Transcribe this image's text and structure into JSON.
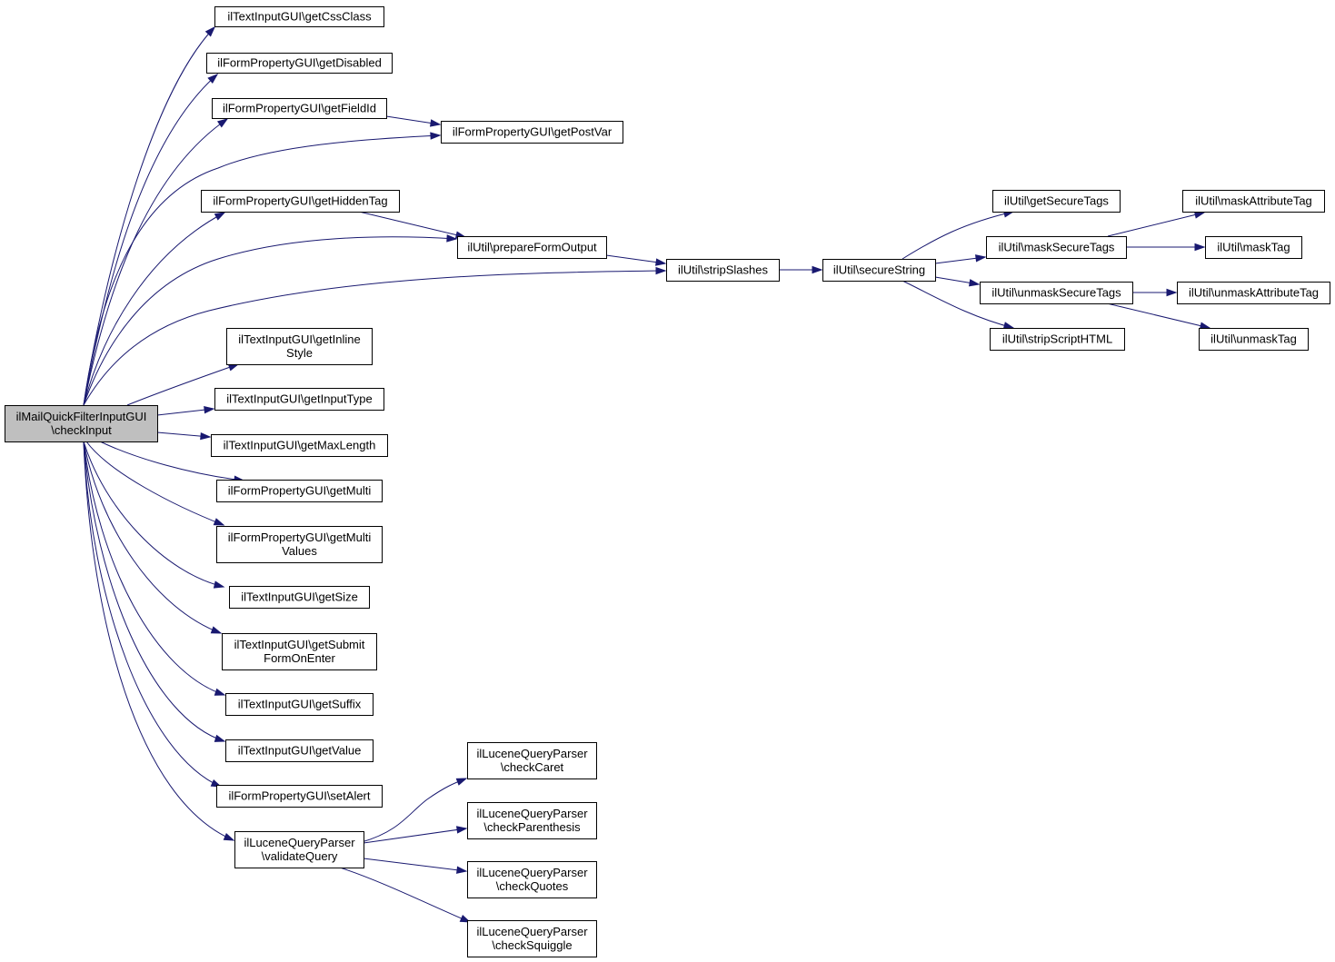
{
  "diagram": {
    "type": "call-graph",
    "colors": {
      "edge": "#191970",
      "root_fill": "#bfbfbf",
      "node_fill": "#ffffff",
      "border": "#000000"
    },
    "nodes": [
      {
        "id": "root",
        "lines": [
          "ilMailQuickFilterInputGUI",
          "\\checkInput"
        ],
        "root": true
      },
      {
        "id": "getCssClass",
        "lines": [
          "ilTextInputGUI\\getCssClass"
        ]
      },
      {
        "id": "getDisabled",
        "lines": [
          "ilFormPropertyGUI\\getDisabled"
        ]
      },
      {
        "id": "getFieldId",
        "lines": [
          "ilFormPropertyGUI\\getFieldId"
        ]
      },
      {
        "id": "getPostVar",
        "lines": [
          "ilFormPropertyGUI\\getPostVar"
        ]
      },
      {
        "id": "getHiddenTag",
        "lines": [
          "ilFormPropertyGUI\\getHiddenTag"
        ]
      },
      {
        "id": "prepareFormOutput",
        "lines": [
          "ilUtil\\prepareFormOutput"
        ]
      },
      {
        "id": "stripSlashes",
        "lines": [
          "ilUtil\\stripSlashes"
        ]
      },
      {
        "id": "secureString",
        "lines": [
          "ilUtil\\secureString"
        ]
      },
      {
        "id": "getSecureTags",
        "lines": [
          "ilUtil\\getSecureTags"
        ]
      },
      {
        "id": "maskSecureTags",
        "lines": [
          "ilUtil\\maskSecureTags"
        ]
      },
      {
        "id": "unmaskSecureTags",
        "lines": [
          "ilUtil\\unmaskSecureTags"
        ]
      },
      {
        "id": "stripScriptHTML",
        "lines": [
          "ilUtil\\stripScriptHTML"
        ]
      },
      {
        "id": "maskAttributeTag",
        "lines": [
          "ilUtil\\maskAttributeTag"
        ]
      },
      {
        "id": "maskTag",
        "lines": [
          "ilUtil\\maskTag"
        ]
      },
      {
        "id": "unmaskAttributeTag",
        "lines": [
          "ilUtil\\unmaskAttributeTag"
        ]
      },
      {
        "id": "unmaskTag",
        "lines": [
          "ilUtil\\unmaskTag"
        ]
      },
      {
        "id": "getInlineStyle",
        "lines": [
          "ilTextInputGUI\\getInline",
          "Style"
        ]
      },
      {
        "id": "getInputType",
        "lines": [
          "ilTextInputGUI\\getInputType"
        ]
      },
      {
        "id": "getMaxLength",
        "lines": [
          "ilTextInputGUI\\getMaxLength"
        ]
      },
      {
        "id": "getMulti",
        "lines": [
          "ilFormPropertyGUI\\getMulti"
        ]
      },
      {
        "id": "getMultiValues",
        "lines": [
          "ilFormPropertyGUI\\getMulti",
          "Values"
        ]
      },
      {
        "id": "getSize",
        "lines": [
          "ilTextInputGUI\\getSize"
        ]
      },
      {
        "id": "getSubmitFormOnEnter",
        "lines": [
          "ilTextInputGUI\\getSubmit",
          "FormOnEnter"
        ]
      },
      {
        "id": "getSuffix",
        "lines": [
          "ilTextInputGUI\\getSuffix"
        ]
      },
      {
        "id": "getValue",
        "lines": [
          "ilTextInputGUI\\getValue"
        ]
      },
      {
        "id": "setAlert",
        "lines": [
          "ilFormPropertyGUI\\setAlert"
        ]
      },
      {
        "id": "validateQuery",
        "lines": [
          "ilLuceneQueryParser",
          "\\validateQuery"
        ]
      },
      {
        "id": "checkCaret",
        "lines": [
          "ilLuceneQueryParser",
          "\\checkCaret"
        ]
      },
      {
        "id": "checkParenthesis",
        "lines": [
          "ilLuceneQueryParser",
          "\\checkParenthesis"
        ]
      },
      {
        "id": "checkQuotes",
        "lines": [
          "ilLuceneQueryParser",
          "\\checkQuotes"
        ]
      },
      {
        "id": "checkSquiggle",
        "lines": [
          "ilLuceneQueryParser",
          "\\checkSquiggle"
        ]
      }
    ],
    "edges": [
      [
        "root",
        "getCssClass"
      ],
      [
        "root",
        "getDisabled"
      ],
      [
        "root",
        "getFieldId"
      ],
      [
        "root",
        "getPostVar"
      ],
      [
        "root",
        "getHiddenTag"
      ],
      [
        "root",
        "prepareFormOutput"
      ],
      [
        "root",
        "stripSlashes"
      ],
      [
        "root",
        "getInlineStyle"
      ],
      [
        "root",
        "getInputType"
      ],
      [
        "root",
        "getMaxLength"
      ],
      [
        "root",
        "getMulti"
      ],
      [
        "root",
        "getMultiValues"
      ],
      [
        "root",
        "getSize"
      ],
      [
        "root",
        "getSubmitFormOnEnter"
      ],
      [
        "root",
        "getSuffix"
      ],
      [
        "root",
        "getValue"
      ],
      [
        "root",
        "setAlert"
      ],
      [
        "root",
        "validateQuery"
      ],
      [
        "getFieldId",
        "getPostVar"
      ],
      [
        "getHiddenTag",
        "prepareFormOutput"
      ],
      [
        "prepareFormOutput",
        "stripSlashes"
      ],
      [
        "stripSlashes",
        "secureString"
      ],
      [
        "secureString",
        "getSecureTags"
      ],
      [
        "secureString",
        "maskSecureTags"
      ],
      [
        "secureString",
        "unmaskSecureTags"
      ],
      [
        "secureString",
        "stripScriptHTML"
      ],
      [
        "maskSecureTags",
        "maskAttributeTag"
      ],
      [
        "maskSecureTags",
        "maskTag"
      ],
      [
        "unmaskSecureTags",
        "unmaskAttributeTag"
      ],
      [
        "unmaskSecureTags",
        "unmaskTag"
      ],
      [
        "validateQuery",
        "checkCaret"
      ],
      [
        "validateQuery",
        "checkParenthesis"
      ],
      [
        "validateQuery",
        "checkQuotes"
      ],
      [
        "validateQuery",
        "checkSquiggle"
      ]
    ]
  }
}
